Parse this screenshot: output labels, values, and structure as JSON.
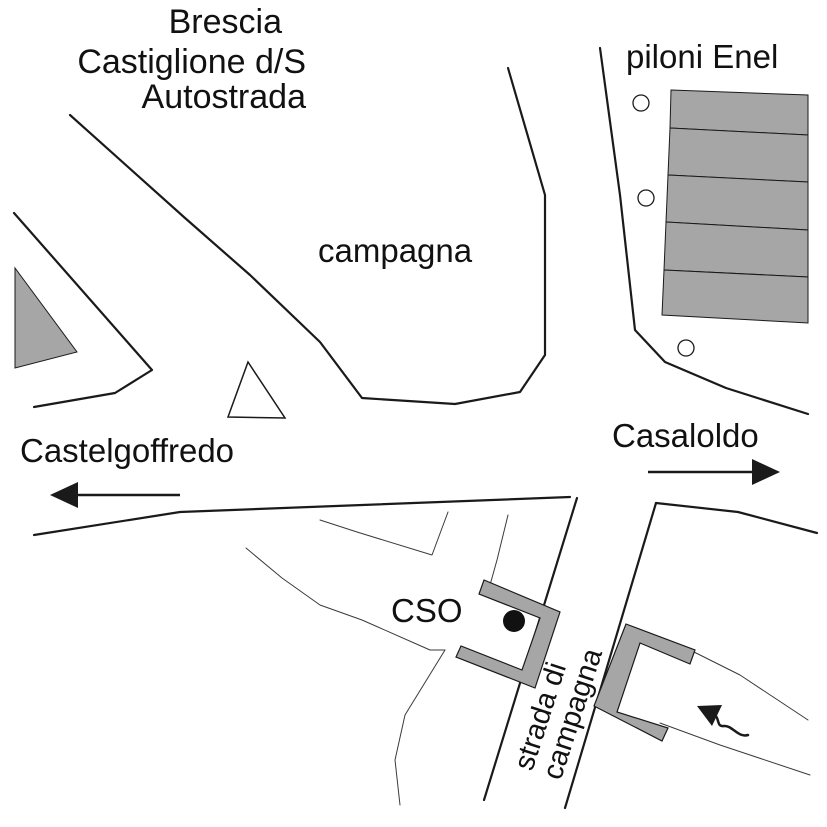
{
  "labels": {
    "brescia": "Brescia",
    "castiglione": "Castiglione d/S",
    "autostrada": "Autostrada",
    "piloni": "piloni Enel",
    "campagna": "campagna",
    "castelgoffredo": "Castelgoffredo",
    "casaloldo": "Casaloldo",
    "cso": "CSO",
    "strada_line1": "strada di",
    "strada_line2": "campagna"
  },
  "colors": {
    "line": "#1a1a1a",
    "fill_gray": "#a6a6a6",
    "marker": "#111111",
    "background": "#ffffff"
  },
  "icons": {
    "direction_west": "arrow-left-icon",
    "direction_east": "arrow-right-icon",
    "entrance": "curved-arrow-icon",
    "location": "filled-dot-marker",
    "pylons": "circle-marker"
  }
}
